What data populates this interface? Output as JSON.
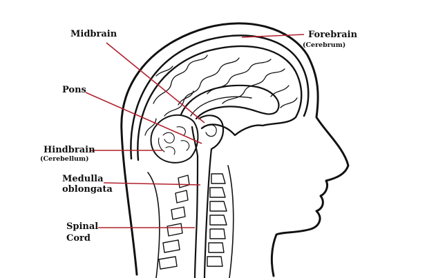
{
  "diagram": {
    "leader_color": "#b0202c",
    "labels": {
      "midbrain": "Midbrain",
      "forebrain": "Forebrain",
      "forebrain_sub": "(Cerebrum)",
      "pons": "Pons",
      "hindbrain": "Hindbrain",
      "hindbrain_sub": "(Cerebellum)",
      "medulla_line1": "Medulla",
      "medulla_line2": "oblongata",
      "spinal_line1": "Spinal",
      "spinal_line2": "Cord"
    }
  }
}
